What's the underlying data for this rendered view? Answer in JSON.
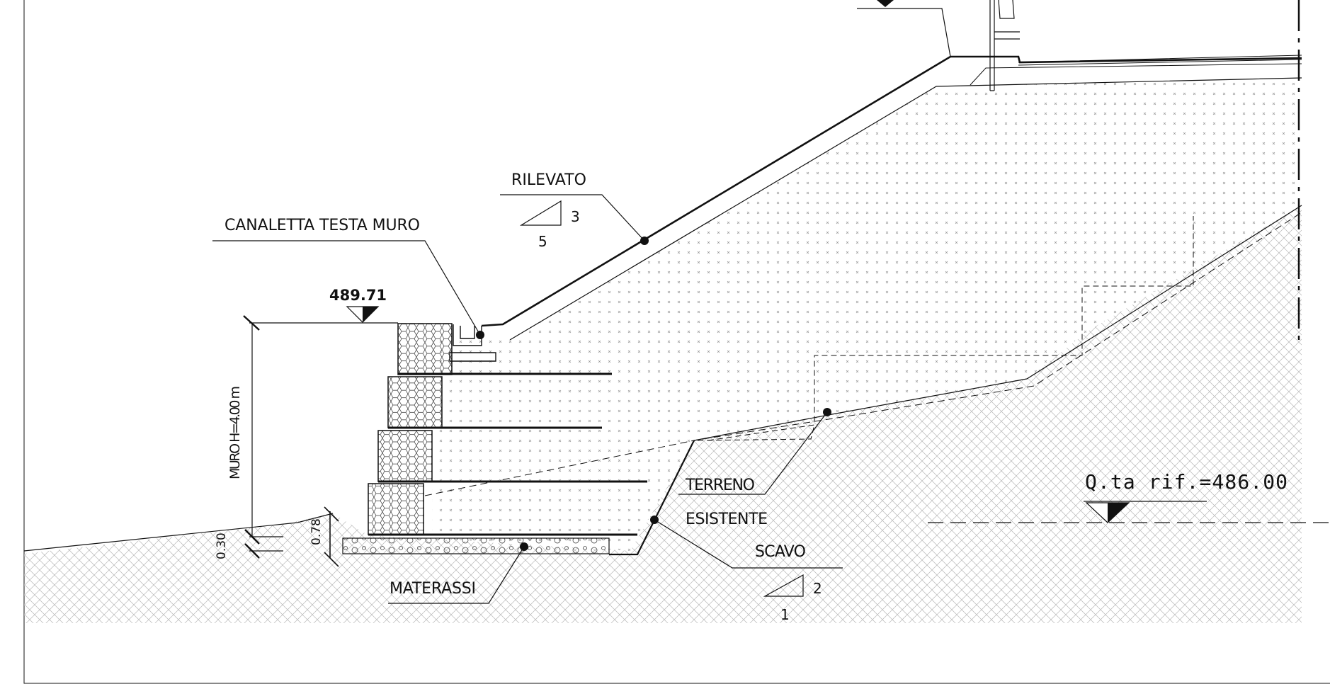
{
  "drawing": {
    "labels": {
      "rilevato": "RILEVATO",
      "rilevato_slope_v": "3",
      "rilevato_slope_h": "5",
      "canaletta": "CANALETTA TESTA MURO",
      "quota_top": "489.71",
      "muro": "MURO H=4.00 m",
      "dim_030": "0.30",
      "dim_078": "0.78",
      "terreno": "TERRENO",
      "esistente": "ESISTENTE",
      "scavo": "SCAVO",
      "scavo_slope_v": "2",
      "scavo_slope_h": "1",
      "materassi": "MATERASSI",
      "quota_rif": "Q.ta  rif.=486.00"
    }
  }
}
